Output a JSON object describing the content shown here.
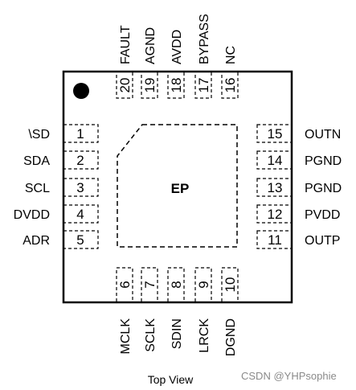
{
  "package": {
    "exposed_pad_label": "EP",
    "caption": "Top View",
    "watermark": "CSDN @YHPsophie"
  },
  "pins": {
    "left": [
      {
        "num": "1",
        "name": "\\SD"
      },
      {
        "num": "2",
        "name": "SDA"
      },
      {
        "num": "3",
        "name": "SCL"
      },
      {
        "num": "4",
        "name": "DVDD"
      },
      {
        "num": "5",
        "name": "ADR"
      }
    ],
    "right": [
      {
        "num": "15",
        "name": "OUTN"
      },
      {
        "num": "14",
        "name": "PGND"
      },
      {
        "num": "13",
        "name": "PGND"
      },
      {
        "num": "12",
        "name": "PVDD"
      },
      {
        "num": "11",
        "name": "OUTP"
      }
    ],
    "top": [
      {
        "num": "20",
        "name": "FAULT"
      },
      {
        "num": "19",
        "name": "AGND"
      },
      {
        "num": "18",
        "name": "AVDD"
      },
      {
        "num": "17",
        "name": "BYPASS"
      },
      {
        "num": "16",
        "name": "NC"
      }
    ],
    "bottom": [
      {
        "num": "6",
        "name": "MCLK"
      },
      {
        "num": "7",
        "name": "SCLK"
      },
      {
        "num": "8",
        "name": "SDIN"
      },
      {
        "num": "9",
        "name": "LRCK"
      },
      {
        "num": "10",
        "name": "DGND"
      }
    ]
  }
}
